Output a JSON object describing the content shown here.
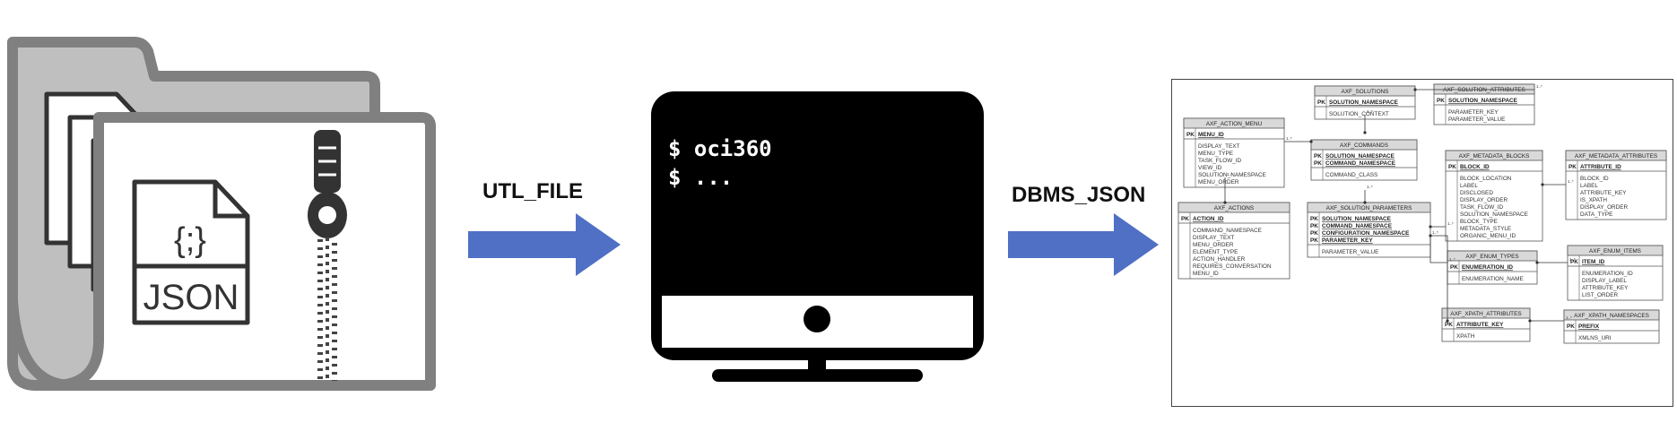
{
  "labels": {
    "step1": "UTL_FILE",
    "step2": "DBMS_JSON"
  },
  "folder": {
    "file_badge": "JSON",
    "file_symbol": "{;}"
  },
  "terminal": {
    "line1": "$ oci360",
    "line2": "$ ..."
  },
  "colors": {
    "arrow": "#4f70c4",
    "folder_gray": "#808080",
    "folder_light": "#bfbfbf",
    "screen": "#000000"
  },
  "erd": {
    "tables": [
      {
        "title": "AXF_SOLUTIONS",
        "keys": [
          [
            "PK",
            "SOLUTION_NAMESPACE"
          ]
        ],
        "fields": [
          "SOLUTION_CONTEXT"
        ]
      },
      {
        "title": "AXF_SOLUTION_ATTRIBUTES",
        "keys": [
          [
            "PK",
            "SOLUTION_NAMESPACE"
          ]
        ],
        "fields": [
          "PARAMETER_KEY",
          "PARAMETER_VALUE"
        ]
      },
      {
        "title": "AXF_ACTION_MENU",
        "keys": [
          [
            "PK",
            "MENU_ID"
          ]
        ],
        "fields": [
          "DISPLAY_TEXT",
          "MENU_TYPE",
          "TASK_FLOW_ID",
          "VIEW_ID",
          "SOLUTION_NAMESPACE",
          "MENU_ORDER"
        ]
      },
      {
        "title": "AXF_COMMANDS",
        "keys": [
          [
            "PK",
            "SOLUTION_NAMESPACE"
          ],
          [
            "PK",
            "COMMAND_NAMESPACE"
          ]
        ],
        "fields": [
          "COMMAND_CLASS"
        ]
      },
      {
        "title": "AXF_METADATA_BLOCKS",
        "keys": [
          [
            "PK",
            "BLOCK_ID"
          ]
        ],
        "fields": [
          "BLOCK_LOCATION",
          "LABEL",
          "DISCLOSED",
          "DISPLAY_ORDER",
          "TASK_FLOW_ID",
          "SOLUTION_NAMESPACE",
          "BLOCK_TYPE",
          "METADATA_STYLE",
          "ORGANIC_MENU_ID"
        ]
      },
      {
        "title": "AXF_METADATA_ATTRIBUTES",
        "keys": [
          [
            "PK",
            "ATTRIBUTE_ID"
          ]
        ],
        "fields": [
          "BLOCK_ID",
          "LABEL",
          "ATTRIBUTE_KEY",
          "IS_XPATH",
          "DISPLAY_ORDER",
          "DATA_TYPE"
        ]
      },
      {
        "title": "AXF_ACTIONS",
        "keys": [
          [
            "PK",
            "ACTION_ID"
          ]
        ],
        "fields": [
          "COMMAND_NAMESPACE",
          "DISPLAY_TEXT",
          "MENU_ORDER",
          "ELEMENT_TYPE",
          "ACTION_HANDLER",
          "REQUIRES_CONVERSATION",
          "MENU_ID"
        ]
      },
      {
        "title": "AXF_SOLUTION_PARAMETERS",
        "keys": [
          [
            "PK",
            "SOLUTION_NAMESPACE"
          ],
          [
            "PK",
            "COMMAND_NAMESPACE"
          ],
          [
            "PK",
            "CONFIGURATION_NAMESPACE"
          ],
          [
            "PK",
            "PARAMETER_KEY"
          ]
        ],
        "fields": [
          "PARAMETER_VALUE"
        ]
      },
      {
        "title": "AXF_ENUM_TYPES",
        "keys": [
          [
            "PK",
            "ENUMERATION_ID"
          ]
        ],
        "fields": [
          "ENUMERATION_NAME"
        ]
      },
      {
        "title": "AXF_ENUM_ITEMS",
        "keys": [
          [
            "PK",
            "ITEM_ID"
          ]
        ],
        "fields": [
          "ENUMERATION_ID",
          "DISPLAY_LABEL",
          "ATTRIBUTE_KEY",
          "LIST_ORDER"
        ]
      },
      {
        "title": "AXF_XPATH_ATTRIBUTES",
        "keys": [
          [
            "PK",
            "ATTRIBUTE_KEY"
          ]
        ],
        "fields": [
          "XPATH"
        ]
      },
      {
        "title": "AXF_XPATH_NAMESPACES",
        "keys": [
          [
            "PK",
            "PREFIX"
          ]
        ],
        "fields": [
          "XMLNS_URI"
        ]
      }
    ],
    "cardinality": "1..*"
  }
}
